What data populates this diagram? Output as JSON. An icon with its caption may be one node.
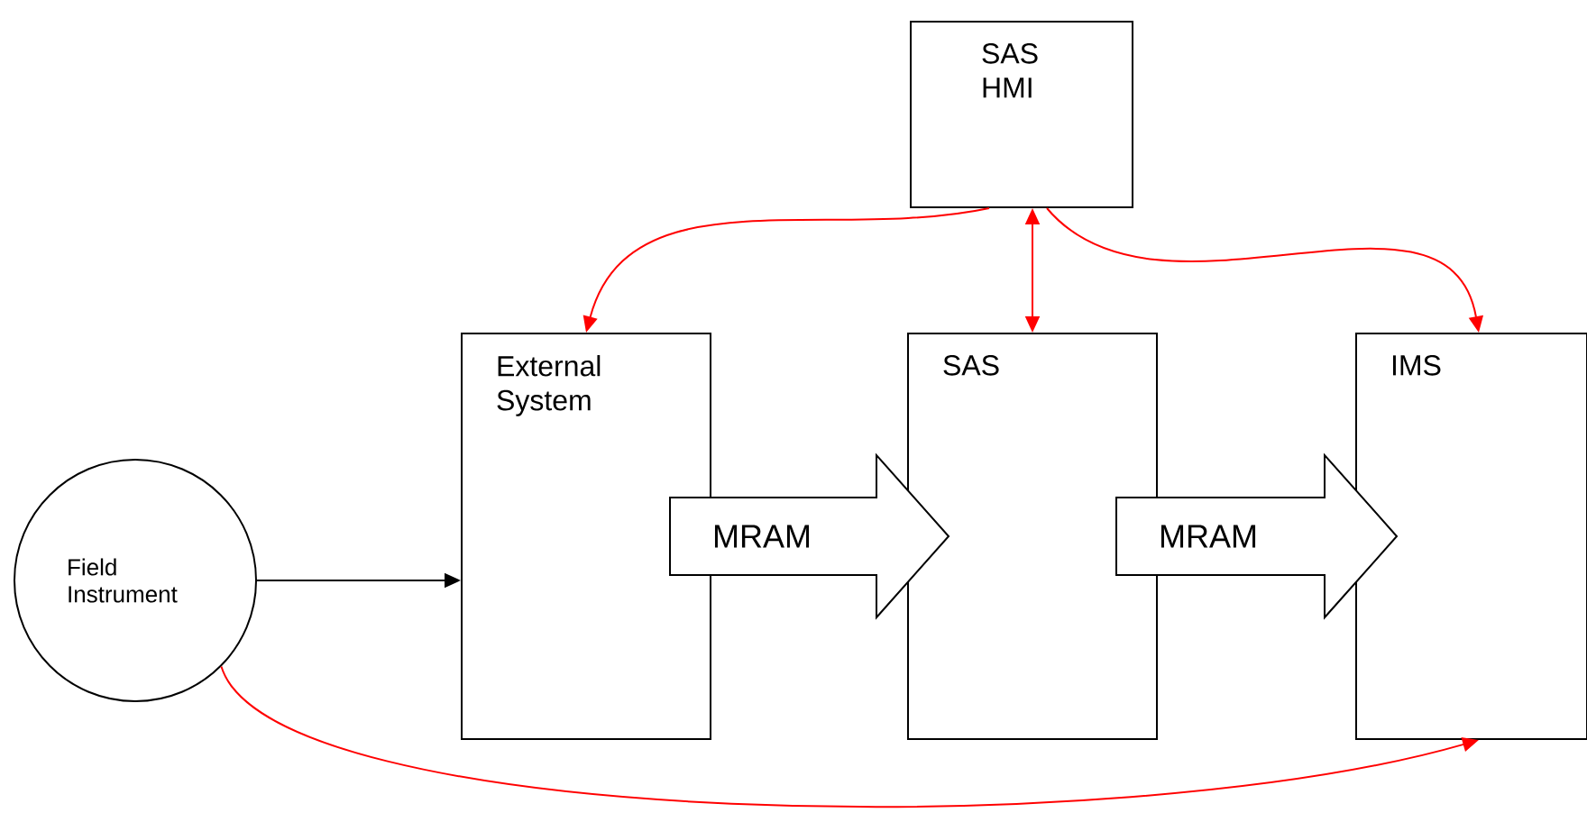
{
  "diagram": {
    "nodes": [
      {
        "text": [
          "SAS HMI"
        ]
      },
      {
        "text": [
          "External System"
        ]
      },
      {
        "text": [
          "SAS"
        ]
      },
      {
        "text": [
          "IMS"
        ]
      },
      {
        "text": [
          "Field Instrument"
        ]
      }
    ],
    "edges": [
      {
        "from": 4,
        "to": 1,
        "arrow": "to",
        "color": "#000000"
      },
      {
        "from": 1,
        "to": 2,
        "arrow": "to",
        "label": "MRAM",
        "color": "#000000"
      },
      {
        "from": 2,
        "to": 3,
        "arrow": "to",
        "label": "MRAM",
        "color": "#000000"
      },
      {
        "from": 0,
        "to": 1,
        "arrow": "to",
        "color": "#ff0000"
      },
      {
        "from": 0,
        "to": 2,
        "arrow": "both",
        "color": "#ff0000"
      },
      {
        "from": 0,
        "to": 3,
        "arrow": "to",
        "color": "#ff0000"
      },
      {
        "from": 4,
        "to": 3,
        "arrow": "to",
        "color": "#ff0000"
      }
    ]
  }
}
